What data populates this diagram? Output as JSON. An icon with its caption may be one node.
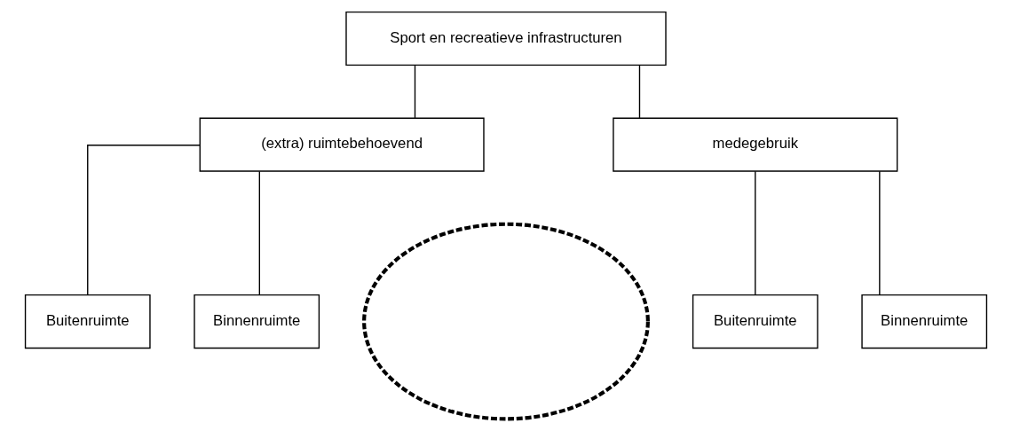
{
  "diagram": {
    "nodes": [
      {
        "text": [
          "Sport en recreatieve infrastructuren"
        ]
      },
      {
        "text": [
          "(extra) ruimtebehoevend"
        ]
      },
      {
        "text": [
          "medegebruik"
        ]
      },
      {
        "text": [
          "Buitenruimte"
        ]
      },
      {
        "text": [
          "Binnenruimte"
        ]
      },
      {
        "text": [
          "Buitenruimte"
        ]
      },
      {
        "text": [
          "Binnenruimte"
        ]
      },
      {
        "text": [],
        "shape": "ellipse"
      }
    ],
    "edges": [
      {
        "from": 0,
        "to": 1,
        "arrow": "none"
      },
      {
        "from": 0,
        "to": 2,
        "arrow": "none"
      },
      {
        "from": 1,
        "to": 3,
        "arrow": "none"
      },
      {
        "from": 1,
        "to": 4,
        "arrow": "none"
      },
      {
        "from": 2,
        "to": 5,
        "arrow": "none"
      },
      {
        "from": 2,
        "to": 6,
        "arrow": "none"
      }
    ]
  }
}
